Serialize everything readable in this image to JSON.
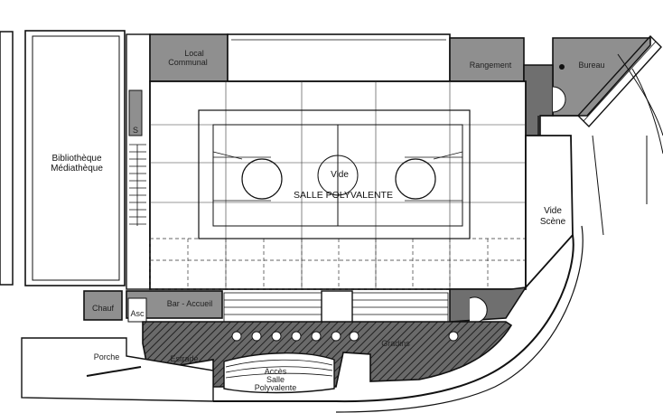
{
  "rooms": {
    "local_communal": [
      "Local",
      "Communal"
    ],
    "rangement": "Rangement",
    "bureau": "Bureau",
    "bibliotheque": [
      "Bibliothèque",
      "Médiathèque"
    ],
    "vide_court": "Vide",
    "salle": "SALLE POLYVALENTE",
    "vide_scene": [
      "Vide",
      "Scène"
    ],
    "stair_s": "S",
    "chauf": "Chauf",
    "bar": "Bar - Accueil",
    "asc": "Asc",
    "porche": "Porche",
    "acces": [
      "Accès",
      "Salle",
      "Polyvalente"
    ],
    "gradins": "Gradins",
    "estrade": "Estrade"
  },
  "colors": {
    "wall": "#111111",
    "room_grey": "#8f8f8f",
    "hatch": "#444444",
    "paper": "#ffffff"
  }
}
